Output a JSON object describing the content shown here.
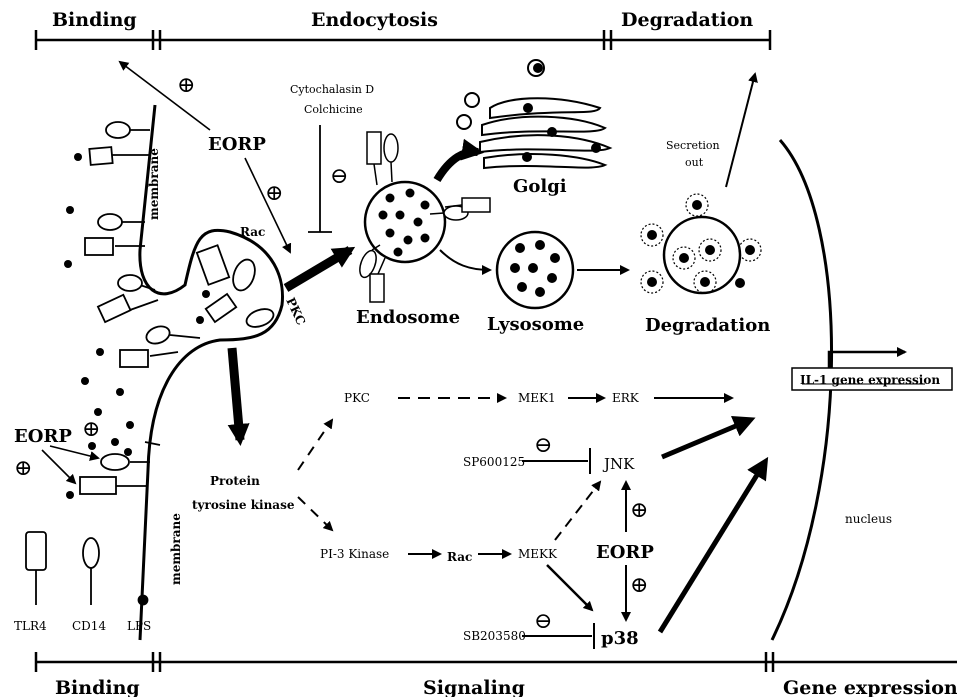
{
  "headers": {
    "top": {
      "binding": "Binding",
      "endocytosis": "Endocytosis",
      "degradation": "Degradation"
    },
    "bottom": {
      "binding": "Binding",
      "signaling": "Signaling",
      "gene_expression": "Gene expression"
    }
  },
  "labels": {
    "eorp_top": "EORP",
    "eorp_left": "EORP",
    "eorp_right": "EORP",
    "membrane_top": "membrane",
    "membrane_bottom": "membrane",
    "rac_small": "Rac",
    "pkc_small": "PKC",
    "inhibitors_1": "Cytochalasin D",
    "inhibitors_2": "Colchicine",
    "endosome": "Endosome",
    "golgi": "Golgi",
    "lysosome": "Lysosome",
    "degradation_label": "Degradation",
    "secretion_1": "Secretion",
    "secretion_2": "out",
    "gene_box": "IL-1 gene expression",
    "nucleus": "nucleus",
    "ptk_1": "Protein",
    "ptk_2": "tyrosine kinase",
    "pkc": "PKC",
    "mek1": "MEK1",
    "erk": "ERK",
    "sp600125": "SP600125",
    "jnk": "JNK",
    "pi3k": "PI-3 Kinase",
    "rac": "Rac",
    "mekk": "MEKK",
    "sb203580": "SB203580",
    "p38": "p38",
    "tlr4": "TLR4",
    "cd14": "CD14",
    "lps": "LPS"
  },
  "symbols": {
    "plus": "⊕",
    "minus": "⊖"
  }
}
